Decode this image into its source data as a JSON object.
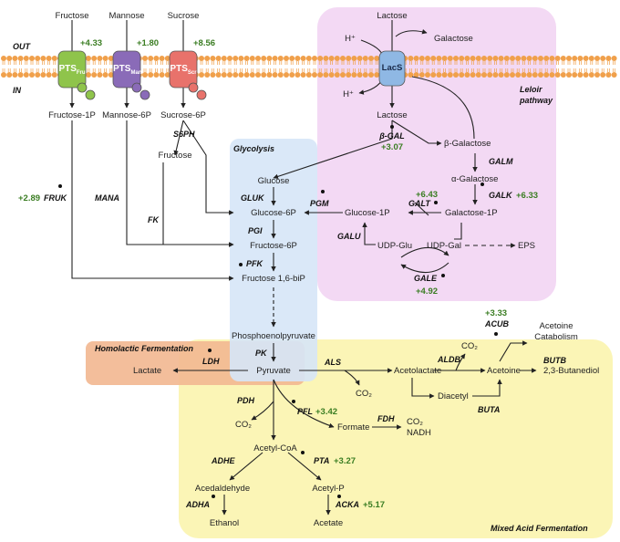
{
  "compartments": {
    "out": "OUT",
    "in": "IN"
  },
  "regions": {
    "leloir": "Leloir pathway",
    "glycolysis": "Glycolysis",
    "homolactic": "Homolactic Fermentation",
    "mixed_acid": "Mixed Acid Fermentation"
  },
  "transporters": {
    "pts_fru": {
      "label": "PTS",
      "sub": "Fru",
      "fold": "+4.33"
    },
    "pts_man": {
      "label": "PTS",
      "sub": "Man",
      "fold": "+1.80"
    },
    "pts_scr": {
      "label": "PTS",
      "sub": "Scr",
      "fold": "+8.56"
    },
    "lacs": {
      "label": "LacS"
    }
  },
  "metabolites": {
    "fructose_out": "Fructose",
    "mannose_out": "Mannose",
    "sucrose_out": "Sucrose",
    "lactose_out": "Lactose",
    "h_out": "H⁺",
    "galactose_out": "Galactose",
    "h_in": "H⁺",
    "fructose_1p": "Fructose-1P",
    "mannose_6p": "Mannose-6P",
    "sucrose_6p": "Sucrose-6P",
    "lactose_in": "Lactose",
    "beta_galactose": "β-Galactose",
    "alpha_galactose": "α-Galactose",
    "galactose_1p": "Galactose-1P",
    "glucose_1p": "Glucose-1P",
    "udp_glu": "UDP-Glu",
    "udp_gal": "UDP-Gal",
    "eps": "EPS",
    "fructose": "Fructose",
    "glucose": "Glucose",
    "glucose_6p": "Glucose-6P",
    "fructose_6p": "Fructose-6P",
    "fructose_16bip": "Fructose 1,6-biP",
    "pep": "Phosphoenolpyruvate",
    "pyruvate": "Pyruvate",
    "lactate": "Lactate",
    "co2_als": "CO₂",
    "acetolactate": "Acetolactate",
    "co2_aldb": "CO₂",
    "acetoine": "Acetoine",
    "butanediol": "2,3-Butanediol",
    "acetoine_catabolism_1": "Acetoine",
    "acetoine_catabolism_2": "Catabolism",
    "diacetyl": "Diacetyl",
    "co2_pdh": "CO₂",
    "formate": "Formate",
    "co2_fdh": "CO₂",
    "nadh": "NADH",
    "acetyl_coa": "Acetyl-CoA",
    "acetaldehyde": "Acedaldehyde",
    "ethanol": "Ethanol",
    "acetyl_p": "Acetyl-P",
    "acetate": "Acetate"
  },
  "enzymes": {
    "beta_gal": {
      "name": "β-GAL",
      "fold": "+3.07"
    },
    "galm": {
      "name": "GALM"
    },
    "galk": {
      "name": "GALK",
      "fold": "+6.33"
    },
    "galt": {
      "name": "GALT",
      "fold": "+6.43"
    },
    "galu": {
      "name": "GALU"
    },
    "gale": {
      "name": "GALE",
      "fold": "+4.92"
    },
    "s6ph": {
      "name": "S6PH"
    },
    "fruk": {
      "name": "FRUK",
      "fold": "+2.89"
    },
    "mana": {
      "name": "MANA"
    },
    "fk": {
      "name": "FK"
    },
    "gluk": {
      "name": "GLUK"
    },
    "pgm": {
      "name": "PGM"
    },
    "pgi": {
      "name": "PGI"
    },
    "pfk": {
      "name": "PFK"
    },
    "pk": {
      "name": "PK"
    },
    "ldh": {
      "name": "LDH"
    },
    "als": {
      "name": "ALS"
    },
    "aldb": {
      "name": "ALDB"
    },
    "acub": {
      "name": "ACUB",
      "fold": "+3.33"
    },
    "butb": {
      "name": "BUTB"
    },
    "buta": {
      "name": "BUTA"
    },
    "pdh": {
      "name": "PDH"
    },
    "pfl": {
      "name": "PFL",
      "fold": "+3.42"
    },
    "fdh": {
      "name": "FDH"
    },
    "adhe": {
      "name": "ADHE"
    },
    "adha": {
      "name": "ADHA"
    },
    "pta": {
      "name": "PTA",
      "fold": "+3.27"
    },
    "acka": {
      "name": "ACKA",
      "fold": "+5.17"
    }
  },
  "colors": {
    "leloir_bg": "#f3d9f4",
    "glycolysis_bg": "#d6e6f7",
    "homolactic_bg": "#f2b893",
    "mixed_acid_bg": "#fbf5b6",
    "membrane": "#f0a04b",
    "pts_fru": "#8fc44b",
    "pts_man": "#8a6bb8",
    "pts_scr": "#e8726b",
    "lacs": "#8fb8e4",
    "fold_change": "#3a7d22"
  }
}
